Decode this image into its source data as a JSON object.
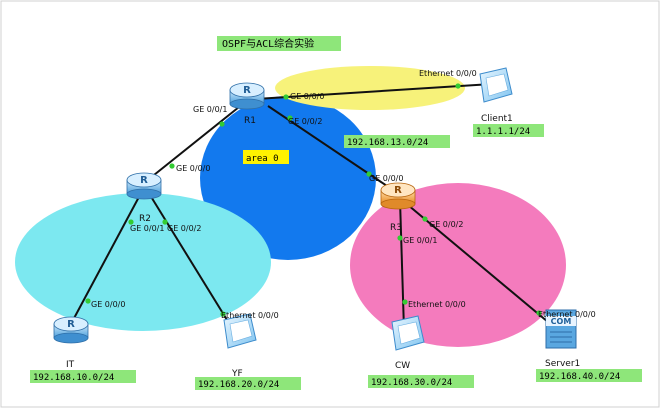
{
  "title": "OSPF与ACL综合实验",
  "area_label": "area 0",
  "colors": {
    "area0": "#1279ee",
    "r1_client": "#f7f27a",
    "r2_lan": "#7ce8f0",
    "r3_lan": "#f47bbd",
    "tag_green": "#8ee67a",
    "tag_yellow": "#fff200",
    "router_blue": "#6ab7ec",
    "router_orange": "#f4a23a",
    "link": "#111111",
    "port_dot": "#33cc33"
  },
  "nodes": {
    "r1": {
      "name": "R1"
    },
    "r2": {
      "name": "R2"
    },
    "r3": {
      "name": "R3"
    },
    "client1": {
      "name": "Client1",
      "ip": "1.1.1.1/24"
    },
    "it": {
      "name": "IT",
      "net": "192.168.10.0/24"
    },
    "yf": {
      "name": "YF",
      "net": "192.168.20.0/24"
    },
    "cw": {
      "name": "CW",
      "net": "192.168.30.0/24"
    },
    "server1": {
      "name": "Server1",
      "net": "192.168.40.0/24"
    }
  },
  "networks": {
    "r1_r3": "192.168.13.0/24"
  },
  "ports": {
    "r1_g000": "GE 0/0/0",
    "r1_g001": "GE 0/0/1",
    "r1_g002": "GE 0/0/2",
    "client_eth": "Ethernet 0/0/0",
    "r2_g000": "GE 0/0/0",
    "r2_g001": "GE 0/0/1",
    "r2_g002": "GE 0/0/2",
    "it_g000": "GE 0/0/0",
    "yf_eth": "Ethernet 0/0/0",
    "r3_g000": "GE 0/0/0",
    "r3_g001": "GE 0/0/1",
    "r3_g002": "GE 0/0/2",
    "cw_eth": "Ethernet 0/0/0",
    "server_eth": "Ethernet 0/0/0"
  },
  "icons": {
    "router": "router-icon",
    "pc": "pc-icon",
    "server": "server-icon"
  },
  "server_badge": "COM"
}
